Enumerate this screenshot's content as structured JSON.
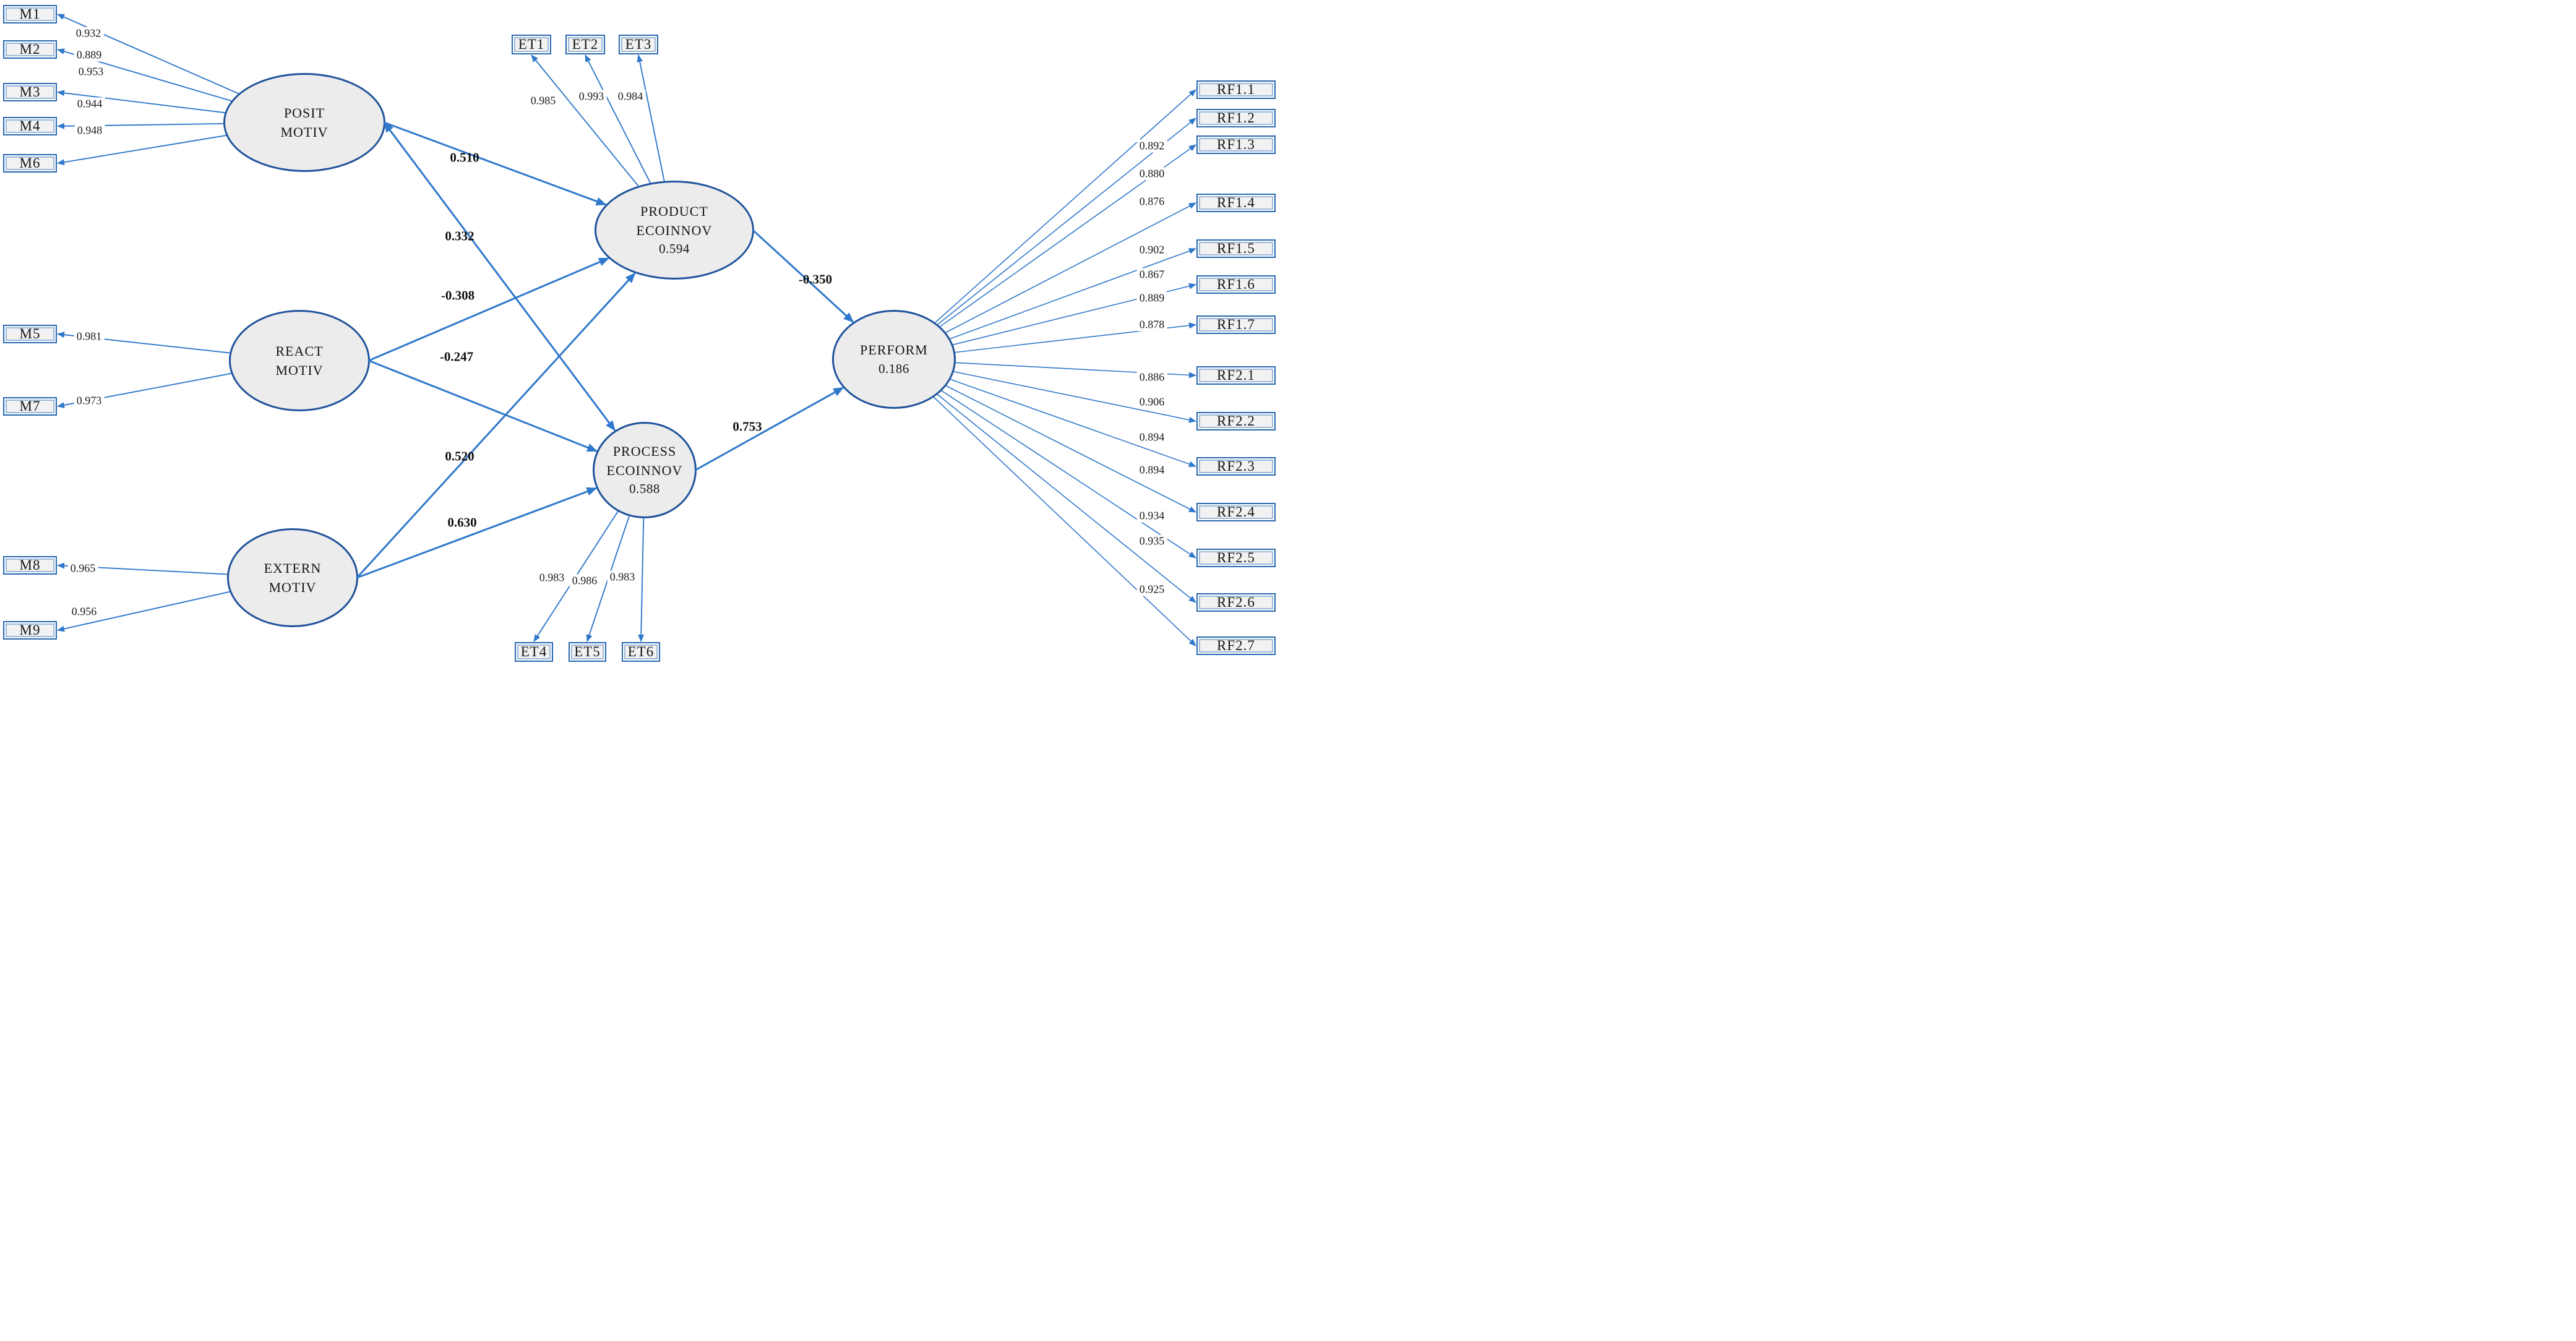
{
  "diagram": {
    "type": "sem-path-model",
    "latents": [
      {
        "id": "posit",
        "lines": [
          "POSIT",
          "MOTIV"
        ],
        "r2": null
      },
      {
        "id": "react",
        "lines": [
          "REACT",
          "MOTIV"
        ],
        "r2": null
      },
      {
        "id": "extern",
        "lines": [
          "EXTERN",
          "MOTIV"
        ],
        "r2": null
      },
      {
        "id": "product",
        "lines": [
          "PRODUCT",
          "ECOINNOV"
        ],
        "r2": "0.594"
      },
      {
        "id": "process",
        "lines": [
          "PROCESS",
          "ECOINNOV"
        ],
        "r2": "0.588"
      },
      {
        "id": "perform",
        "lines": [
          "PERFORM"
        ],
        "r2": "0.186"
      }
    ],
    "indicators": [
      {
        "id": "M1",
        "label": "M1",
        "latent": "posit",
        "loading": "0.932"
      },
      {
        "id": "M2",
        "label": "M2",
        "latent": "posit",
        "loading": "0.889"
      },
      {
        "id": "M3",
        "label": "M3",
        "latent": "posit",
        "loading": "0.953"
      },
      {
        "id": "M4",
        "label": "M4",
        "latent": "posit",
        "loading": "0.944"
      },
      {
        "id": "M6",
        "label": "M6",
        "latent": "posit",
        "loading": "0.948"
      },
      {
        "id": "M5",
        "label": "M5",
        "latent": "react",
        "loading": "0.981"
      },
      {
        "id": "M7",
        "label": "M7",
        "latent": "react",
        "loading": "0.973"
      },
      {
        "id": "M8",
        "label": "M8",
        "latent": "extern",
        "loading": "0.965"
      },
      {
        "id": "M9",
        "label": "M9",
        "latent": "extern",
        "loading": "0.956"
      },
      {
        "id": "ET1",
        "label": "ET1",
        "latent": "product",
        "loading": "0.985"
      },
      {
        "id": "ET2",
        "label": "ET2",
        "latent": "product",
        "loading": "0.993"
      },
      {
        "id": "ET3",
        "label": "ET3",
        "latent": "product",
        "loading": "0.984"
      },
      {
        "id": "ET4",
        "label": "ET4",
        "latent": "process",
        "loading": "0.983"
      },
      {
        "id": "ET5",
        "label": "ET5",
        "latent": "process",
        "loading": "0.986"
      },
      {
        "id": "ET6",
        "label": "ET6",
        "latent": "process",
        "loading": "0.983"
      },
      {
        "id": "RF1.1",
        "label": "RF1.1",
        "latent": "perform",
        "loading": "0.892"
      },
      {
        "id": "RF1.2",
        "label": "RF1.2",
        "latent": "perform",
        "loading": "0.880"
      },
      {
        "id": "RF1.3",
        "label": "RF1.3",
        "latent": "perform",
        "loading": "0.876"
      },
      {
        "id": "RF1.4",
        "label": "RF1.4",
        "latent": "perform",
        "loading": "0.902"
      },
      {
        "id": "RF1.5",
        "label": "RF1.5",
        "latent": "perform",
        "loading": "0.867"
      },
      {
        "id": "RF1.6",
        "label": "RF1.6",
        "latent": "perform",
        "loading": "0.889"
      },
      {
        "id": "RF1.7",
        "label": "RF1.7",
        "latent": "perform",
        "loading": "0.878"
      },
      {
        "id": "RF2.1",
        "label": "RF2.1",
        "latent": "perform",
        "loading": "0.886"
      },
      {
        "id": "RF2.2",
        "label": "RF2.2",
        "latent": "perform",
        "loading": "0.906"
      },
      {
        "id": "RF2.3",
        "label": "RF2.3",
        "latent": "perform",
        "loading": "0.894"
      },
      {
        "id": "RF2.4",
        "label": "RF2.4",
        "latent": "perform",
        "loading": "0.894"
      },
      {
        "id": "RF2.5",
        "label": "RF2.5",
        "latent": "perform",
        "loading": "0.934"
      },
      {
        "id": "RF2.6",
        "label": "RF2.6",
        "latent": "perform",
        "loading": "0.935"
      },
      {
        "id": "RF2.7",
        "label": "RF2.7",
        "latent": "perform",
        "loading": "0.925"
      }
    ],
    "paths": [
      {
        "from": "posit",
        "to": "product",
        "coef": "0.510"
      },
      {
        "from": "posit",
        "to": "process",
        "coef": "0.332",
        "start_arrow": true
      },
      {
        "from": "react",
        "to": "product",
        "coef": "-0.308"
      },
      {
        "from": "react",
        "to": "process",
        "coef": "-0.247"
      },
      {
        "from": "extern",
        "to": "product",
        "coef": "0.520"
      },
      {
        "from": "extern",
        "to": "process",
        "coef": "0.630"
      },
      {
        "from": "product",
        "to": "perform",
        "coef": "-0.350"
      },
      {
        "from": "process",
        "to": "perform",
        "coef": "0.753"
      }
    ],
    "colors": {
      "arrow": "#2f78cb",
      "ellipse_border": "#20539b",
      "ellipse_fill": "#ececec",
      "box_border": "#2a68b0",
      "box_fill": "#f2f2f2",
      "text": "#161616"
    }
  }
}
